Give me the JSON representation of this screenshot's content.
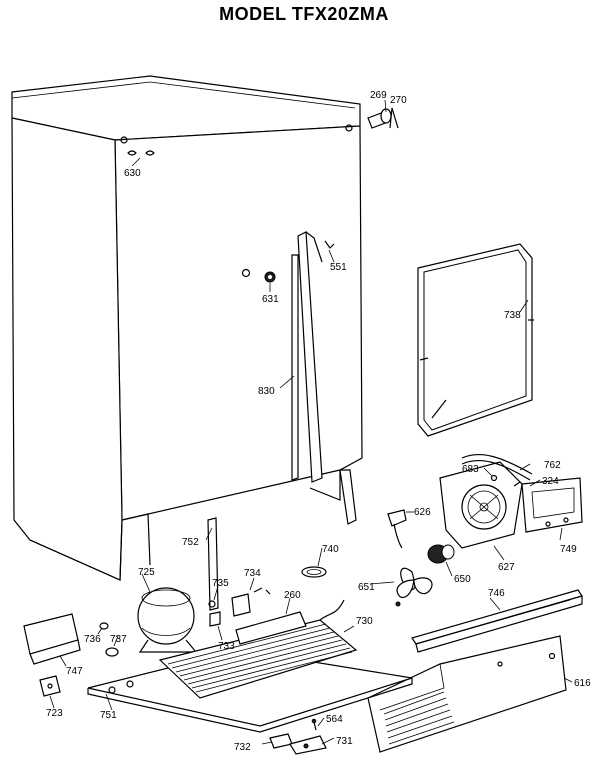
{
  "title": "MODEL TFX20ZMA",
  "parts": {
    "p269": "269",
    "p270": "270",
    "p630": "630",
    "p551": "551",
    "p631": "631",
    "p738": "738",
    "p830": "830",
    "p683": "683",
    "p762": "762",
    "p324": "324",
    "p626": "626",
    "p749": "749",
    "p752": "752",
    "p740": "740",
    "p627": "627",
    "p734": "734",
    "p725": "725",
    "p735": "735",
    "p651": "651",
    "p650": "650",
    "p746": "746",
    "p260": "260",
    "p736": "736",
    "p737": "737",
    "p733": "733",
    "p730": "730",
    "p747": "747",
    "p616": "616",
    "p723": "723",
    "p751": "751",
    "p564": "564",
    "p732": "732",
    "p731": "731"
  }
}
